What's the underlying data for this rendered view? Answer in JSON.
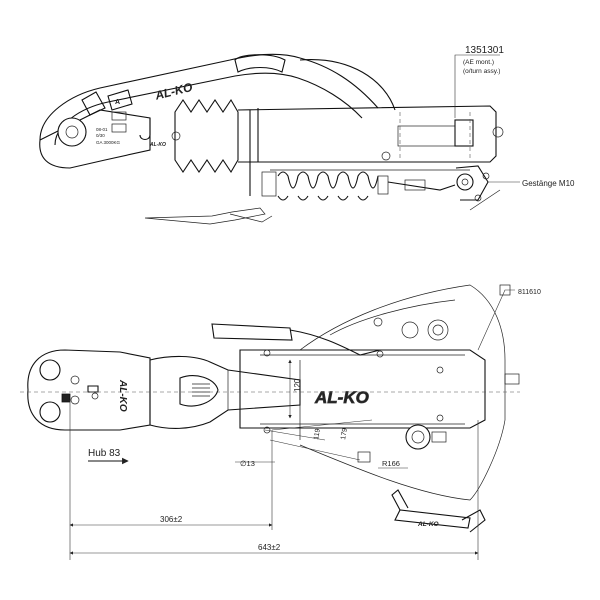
{
  "top_view": {
    "part_number": "1351301",
    "part_note_line1": "(AE mont.)",
    "part_note_line2": "(o/turn assy.)",
    "linkage_label": "Gestänge M10",
    "brand": "AL-KO",
    "plate_line1": "08-01",
    "plate_line2": "0/30",
    "plate_line3": "GA 3000KG"
  },
  "bottom_view": {
    "part_number": "811610",
    "stroke_label": "Hub 83",
    "brand_handle": "AL-KO",
    "brand_head": "AL-KO",
    "brand_body": "AL-KO",
    "dim_120": "120",
    "dim_119": "119",
    "dim_179": "179",
    "dim_d13": "∅13",
    "dim_r166": "R166",
    "dim_306": "306±2",
    "dim_643": "643±2"
  }
}
